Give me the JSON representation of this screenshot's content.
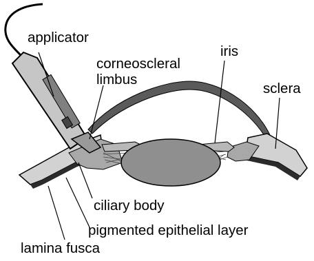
{
  "labels": {
    "applicator": "applicator",
    "corneoscleral_line1": "corneoscleral",
    "corneoscleral_line2": "limbus",
    "iris": "iris",
    "sclera": "sclera",
    "ciliary_body": "ciliary body",
    "pigmented_layer": "pigmented epithelial layer",
    "lamina_fusca": "lamina fusca"
  },
  "colors": {
    "outline": "#000000",
    "cornea": "#5a5a5a",
    "sclera_fill": "#d2d2d2",
    "ciliary_fill": "#a8a8a8",
    "lens_fill": "#8f8f8f",
    "applicator_fill": "#c6c6c6",
    "pigment_layer": "#2b2b2b"
  }
}
